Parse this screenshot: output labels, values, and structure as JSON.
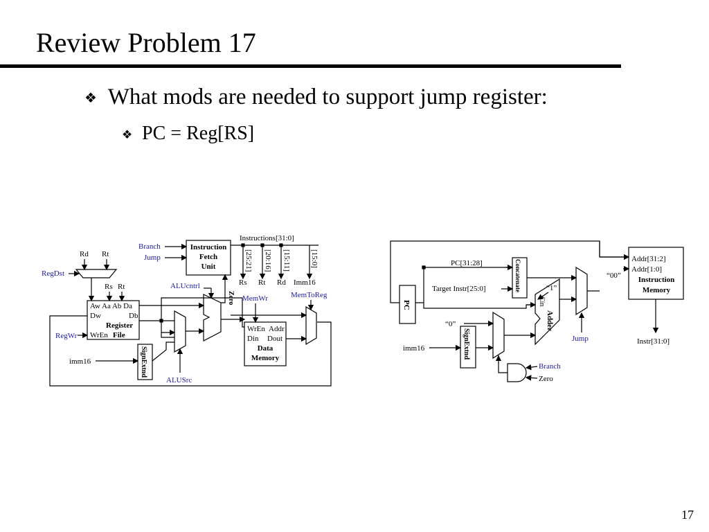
{
  "slide": {
    "title": "Review Problem 17",
    "bullet1": "What mods are needed to support jump register:",
    "bullet2": "PC = Reg[RS]",
    "page_number": "17",
    "bullet_glyph": "❖"
  },
  "datapath": {
    "instructions": "Instructions[31:0]",
    "branch": "Branch",
    "jump": "Jump",
    "ifu_line1": "Instruction",
    "ifu_line2": "Fetch",
    "ifu_line3": "Unit",
    "f2521": "[25:21]",
    "f2016": "[20:16]",
    "f1511": "[15:11]",
    "f150": "[15:0]",
    "rd": "Rd",
    "rt": "Rt",
    "rs": "Rs",
    "imm16": "Imm16",
    "regdst": "RegDst",
    "aluctrl": "ALUcntrl",
    "zero": "Zero",
    "memwr": "MemWr",
    "memtoreg": "MemToReg",
    "rf_row1": "Aw  Aa  Ab  Da",
    "rf_dw": "Dw",
    "rf_db": "Db",
    "rf_register": "Register",
    "rf_wren": "WrEn",
    "rf_file": "File",
    "regwr": "RegWr",
    "dm_wren": "WrEn",
    "dm_addr": "Addr",
    "dm_din": "Din",
    "dm_dout": "Dout",
    "dm_data": "Data",
    "dm_memory": "Memory",
    "imm16_lower": "imm16",
    "signextnd": "SignExtnd",
    "alusrc": "ALUSrc"
  },
  "fetch": {
    "pc3128": "PC[31:28]",
    "target": "Target Instr[25:0]",
    "concatenate": "Concatenate",
    "one": "“1”",
    "zero_q": "“00”",
    "addr312": "Addr[31:2]",
    "addr10": "Addr[1:0]",
    "im_line1": "Instruction",
    "im_line2": "Memory",
    "pc": "PC",
    "adder": "Adder",
    "cin": "Cin",
    "zero_lit": "“0”",
    "jump": "Jump",
    "imm16": "imm16",
    "signextnd": "SignExtnd",
    "branch": "Branch",
    "zero": "Zero",
    "instr": "Instr[31:0]"
  }
}
